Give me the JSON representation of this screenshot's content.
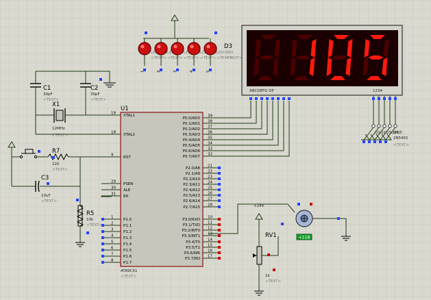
{
  "placeholder": "<TEXT>",
  "colors": {
    "background": "#d9d9cf",
    "chip": "#c6c6bc",
    "chip_border": "#8b1010",
    "wire": "#1f3b14",
    "seg_on": "#ff1a0e",
    "display_bg": "#1a0000",
    "pin_marker": "#2244ff",
    "ground_marker": "#cc0000"
  },
  "leds": {
    "ref": "D3",
    "pin_labels": [
      "1",
      "2",
      "3",
      "4",
      "5"
    ],
    "ghost_label": "LED-RED"
  },
  "display": {
    "digits": [
      "",
      "1",
      "0",
      "5"
    ],
    "segment_label": "ABCDEFG  DP",
    "digit_label": "1234"
  },
  "crystal": {
    "ref": "X1",
    "freq": "12MHz"
  },
  "capacitors": [
    {
      "ref": "C1",
      "value": "30pF"
    },
    {
      "ref": "C2",
      "value": "30pF"
    },
    {
      "ref": "C3",
      "value": "10uF"
    }
  ],
  "resistors": [
    {
      "ref": "R7",
      "value": "220"
    },
    {
      "ref": "R5",
      "value": "10k"
    }
  ],
  "mcu": {
    "ref": "U1",
    "part": "AT89C51",
    "left_pins": [
      {
        "num": "19",
        "name": "XTAL1"
      },
      {
        "num": "18",
        "name": "XTAL2"
      },
      {
        "num": "9",
        "name": "RST"
      },
      {
        "num": "29",
        "name": "PSEN"
      },
      {
        "num": "30",
        "name": "ALE"
      },
      {
        "num": "31",
        "name": "EA"
      },
      {
        "num": "1",
        "name": "P1.0"
      },
      {
        "num": "2",
        "name": "P1.1"
      },
      {
        "num": "3",
        "name": "P1.2"
      },
      {
        "num": "4",
        "name": "P1.3"
      },
      {
        "num": "5",
        "name": "P1.4"
      },
      {
        "num": "6",
        "name": "P1.5"
      },
      {
        "num": "7",
        "name": "P1.6"
      },
      {
        "num": "8",
        "name": "P1.7"
      }
    ],
    "right_pins": [
      {
        "num": "39",
        "name": "P0.0/AD0"
      },
      {
        "num": "38",
        "name": "P0.1/AD1"
      },
      {
        "num": "37",
        "name": "P0.2/AD2"
      },
      {
        "num": "36",
        "name": "P0.3/AD3"
      },
      {
        "num": "35",
        "name": "P0.4/AD4"
      },
      {
        "num": "34",
        "name": "P0.5/AD5"
      },
      {
        "num": "33",
        "name": "P0.6/AD6"
      },
      {
        "num": "32",
        "name": "P0.7/AD7"
      },
      {
        "num": "21",
        "name": "P2.0/A8"
      },
      {
        "num": "22",
        "name": "P2.1/A9"
      },
      {
        "num": "23",
        "name": "P2.2/A10"
      },
      {
        "num": "24",
        "name": "P2.3/A11"
      },
      {
        "num": "25",
        "name": "P2.4/A12"
      },
      {
        "num": "26",
        "name": "P2.5/A13"
      },
      {
        "num": "27",
        "name": "P2.6/A14"
      },
      {
        "num": "28",
        "name": "P2.7/A15"
      },
      {
        "num": "10",
        "name": "P3.0/RXD"
      },
      {
        "num": "11",
        "name": "P3.1/TXD"
      },
      {
        "num": "12",
        "name": "P3.2/INT0"
      },
      {
        "num": "13",
        "name": "P3.3/INT1"
      },
      {
        "num": "14",
        "name": "P3.4/T0"
      },
      {
        "num": "15",
        "name": "P3.5/T1"
      },
      {
        "num": "16",
        "name": "P3.6/WR"
      },
      {
        "num": "17",
        "name": "P3.7/RD"
      }
    ]
  },
  "transistors": {
    "labels": [
      "Q1",
      "Q2",
      "Q3",
      "Q4",
      "Q5"
    ],
    "part": "2N5401"
  },
  "motor": {
    "voltage": "+24V",
    "readout": "+118"
  },
  "potentiometer": {
    "ref": "RV1",
    "value": "1k"
  }
}
